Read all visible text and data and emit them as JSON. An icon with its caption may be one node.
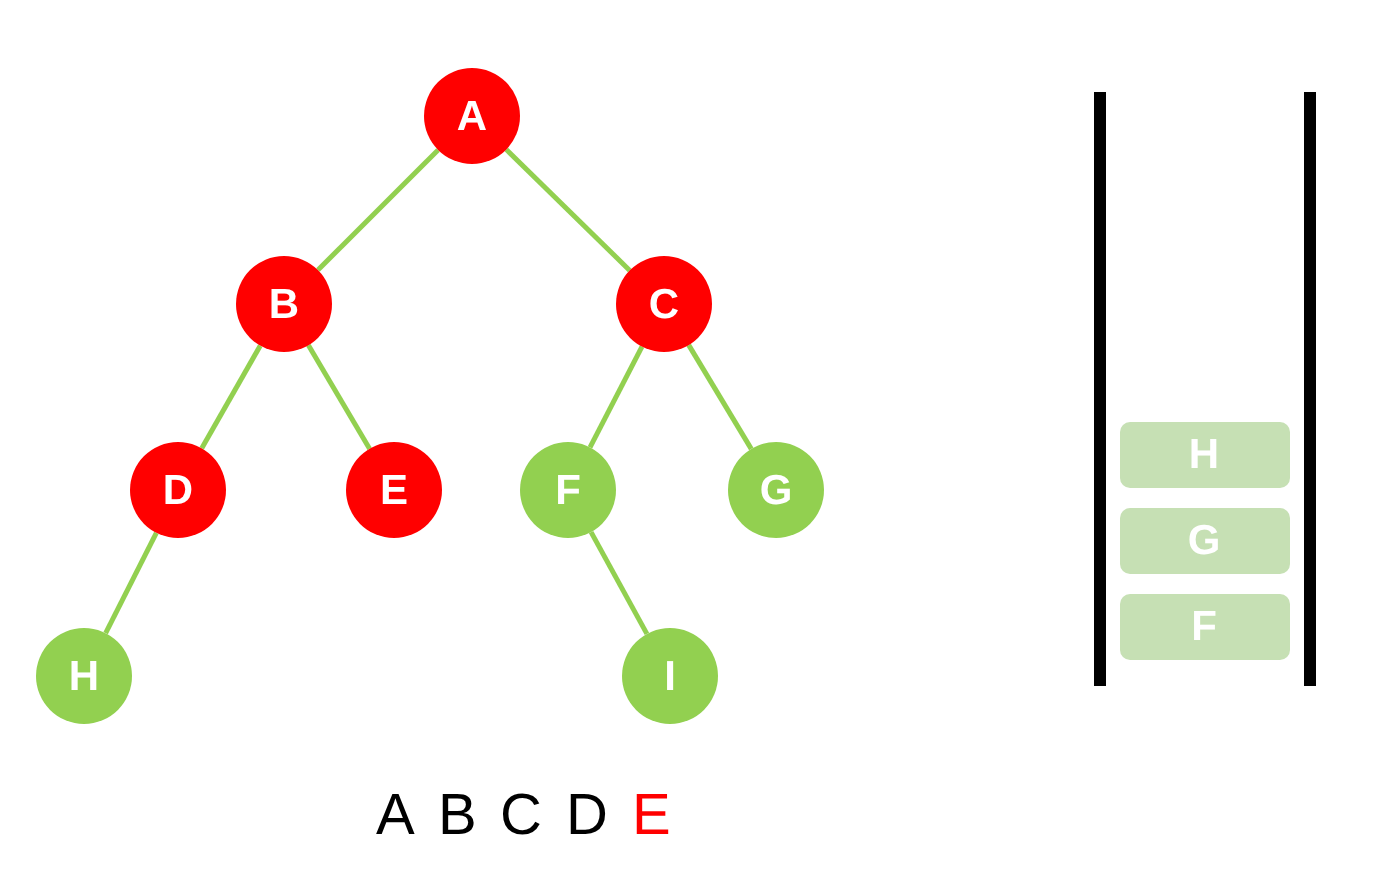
{
  "diagram": {
    "nodes": [
      {
        "text": [
          "A"
        ]
      },
      {
        "text": [
          "B"
        ]
      },
      {
        "text": [
          "C"
        ]
      },
      {
        "text": [
          "D"
        ]
      },
      {
        "text": [
          "E"
        ]
      },
      {
        "text": [
          "F"
        ]
      },
      {
        "text": [
          "G"
        ]
      },
      {
        "text": [
          "H"
        ]
      },
      {
        "text": [
          "I"
        ]
      },
      {
        "text": [
          "H"
        ]
      },
      {
        "text": [
          "G"
        ]
      },
      {
        "text": [
          "F"
        ]
      }
    ],
    "edges": [
      {
        "from": 0,
        "to": 1,
        "arrow": "none"
      },
      {
        "from": 0,
        "to": 2,
        "arrow": "none"
      },
      {
        "from": 1,
        "to": 3,
        "arrow": "none"
      },
      {
        "from": 1,
        "to": 4,
        "arrow": "none"
      },
      {
        "from": 2,
        "to": 5,
        "arrow": "none"
      },
      {
        "from": 2,
        "to": 6,
        "arrow": "none"
      },
      {
        "from": 3,
        "to": 7,
        "arrow": "none"
      },
      {
        "from": 5,
        "to": 8,
        "arrow": "none"
      }
    ],
    "labels": [
      "A",
      "B",
      "C",
      "D",
      "E"
    ]
  }
}
